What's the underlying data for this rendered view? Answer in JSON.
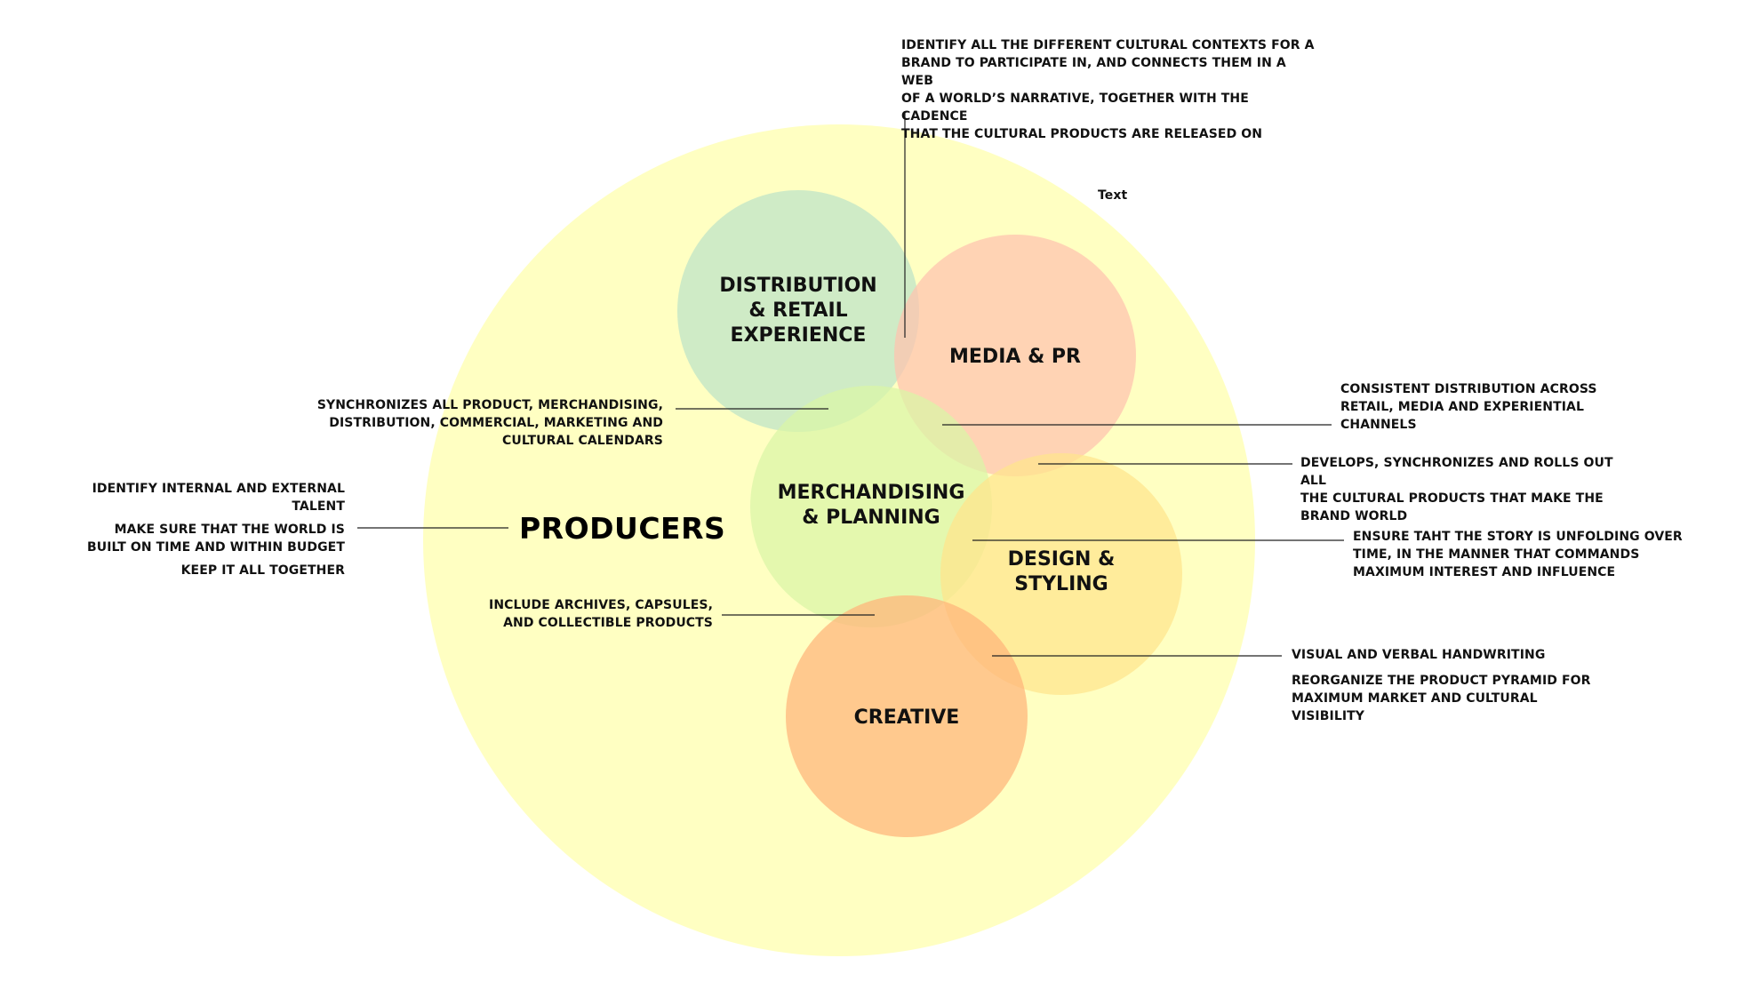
{
  "diagram": {
    "producers_label": "PRODUCERS",
    "floating_label": "Text",
    "circles": {
      "distribution": {
        "lines": [
          "DISTRIBUTION",
          "& RETAIL",
          "EXPERIENCE"
        ],
        "color": "#bde3c8"
      },
      "media": {
        "lines": [
          "MEDIA & PR"
        ],
        "color": "#ffc2ae"
      },
      "merchandising": {
        "lines": [
          "MERCHANDISING",
          "& PLANNING"
        ],
        "color": "#d9f5a6"
      },
      "design": {
        "lines": [
          "DESIGN &",
          "STYLING"
        ],
        "color": "#ffe48c"
      },
      "creative": {
        "lines": [
          "CREATIVE"
        ],
        "color": "#ffb47a"
      }
    },
    "outer_circle_color": "#ffffc2",
    "annotations": {
      "cultural_contexts": [
        "IDENTIFY ALL THE DIFFERENT CULTURAL CONTEXTS FOR A",
        "BRAND TO PARTICIPATE IN, AND CONNECTS THEM IN A WEB",
        "OF A WORLD’S NARRATIVE, TOGETHER WITH THE CADENCE",
        "THAT THE CULTURAL PRODUCTS ARE RELEASED ON"
      ],
      "synchronizes": [
        "SYNCHRONIZES ALL PRODUCT, MERCHANDISING,",
        "DISTRIBUTION, COMMERCIAL, MARKETING AND",
        "CULTURAL CALENDARS"
      ],
      "producers_notes": [
        [
          "IDENTIFY INTERNAL AND EXTERNAL",
          "TALENT"
        ],
        [
          "MAKE SURE THAT THE WORLD IS",
          "BUILT ON TIME AND WITHIN BUDGET"
        ],
        [
          "KEEP IT ALL TOGETHER"
        ]
      ],
      "archives": [
        "INCLUDE ARCHIVES, CAPSULES,",
        "AND COLLECTIBLE PRODUCTS"
      ],
      "consistent_distribution": [
        "CONSISTENT DISTRIBUTION ACROSS",
        "RETAIL, MEDIA AND EXPERIENTIAL",
        "CHANNELS"
      ],
      "develops": [
        "DEVELOPS, SYNCHRONIZES AND ROLLS OUT ALL",
        "THE CULTURAL PRODUCTS THAT MAKE THE",
        "BRAND WORLD"
      ],
      "story": [
        "ENSURE TAHT THE STORY IS UNFOLDING OVER",
        "TIME, IN THE MANNER THAT COMMANDS",
        "MAXIMUM INTEREST AND INFLUENCE"
      ],
      "visual_verbal": [
        "VISUAL AND VERBAL HANDWRITING"
      ],
      "product_pyramid": [
        "REORGANIZE THE PRODUCT PYRAMID FOR",
        "MAXIMUM MARKET AND CULTURAL",
        "VISIBILITY"
      ]
    }
  }
}
